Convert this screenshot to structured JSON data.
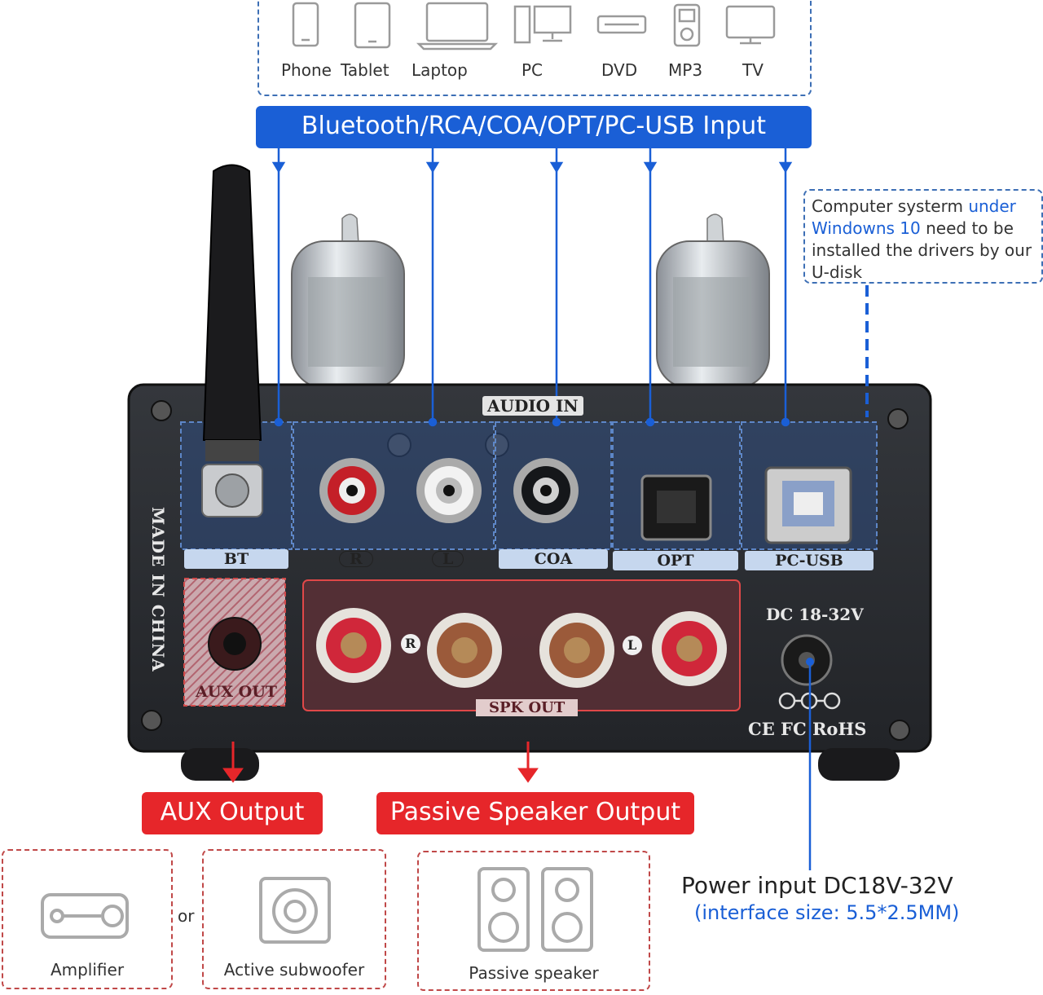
{
  "sources": {
    "devices": [
      {
        "icon": "phone-icon",
        "label": "Phone"
      },
      {
        "icon": "tablet-icon",
        "label": "Tablet"
      },
      {
        "icon": "laptop-icon",
        "label": "Laptop"
      },
      {
        "icon": "pc-icon",
        "label": "PC"
      },
      {
        "icon": "dvd-icon",
        "label": "DVD"
      },
      {
        "icon": "mp3-icon",
        "label": "MP3"
      },
      {
        "icon": "tv-icon",
        "label": "TV"
      }
    ],
    "banner": "Bluetooth/RCA/COA/OPT/PC-USB Input"
  },
  "note": {
    "part1": "Computer systerm ",
    "part2": "under Windowns 10",
    "part3": " need to be installed the drivers by our U-disk"
  },
  "panel": {
    "audio_in": "AUDIO IN",
    "made_in": "MADE IN CHINA",
    "ports": {
      "bt": "BT",
      "rca_r": "R",
      "rca_l": "L",
      "coa": "COA",
      "opt": "OPT",
      "pcusb": "PC-USB"
    },
    "aux_out": "AUX OUT",
    "spk_out": "SPK OUT",
    "spk_r": "R",
    "spk_l": "L",
    "dc": "DC 18-32V",
    "cert": "CE FC RoHS"
  },
  "outputs": {
    "aux_banner": "AUX Output",
    "spk_banner": "Passive Speaker Output",
    "amplifier": "Amplifier",
    "or": "or",
    "subwoofer": "Active subwoofer",
    "passive": "Passive speaker"
  },
  "power": {
    "line1": "Power input DC18V-32V",
    "line2": "(interface size: 5.5*2.5MM)"
  },
  "colors": {
    "accent_blue": "#1a5fd6",
    "accent_red": "#e6262a",
    "panel": "#2b2d31"
  }
}
